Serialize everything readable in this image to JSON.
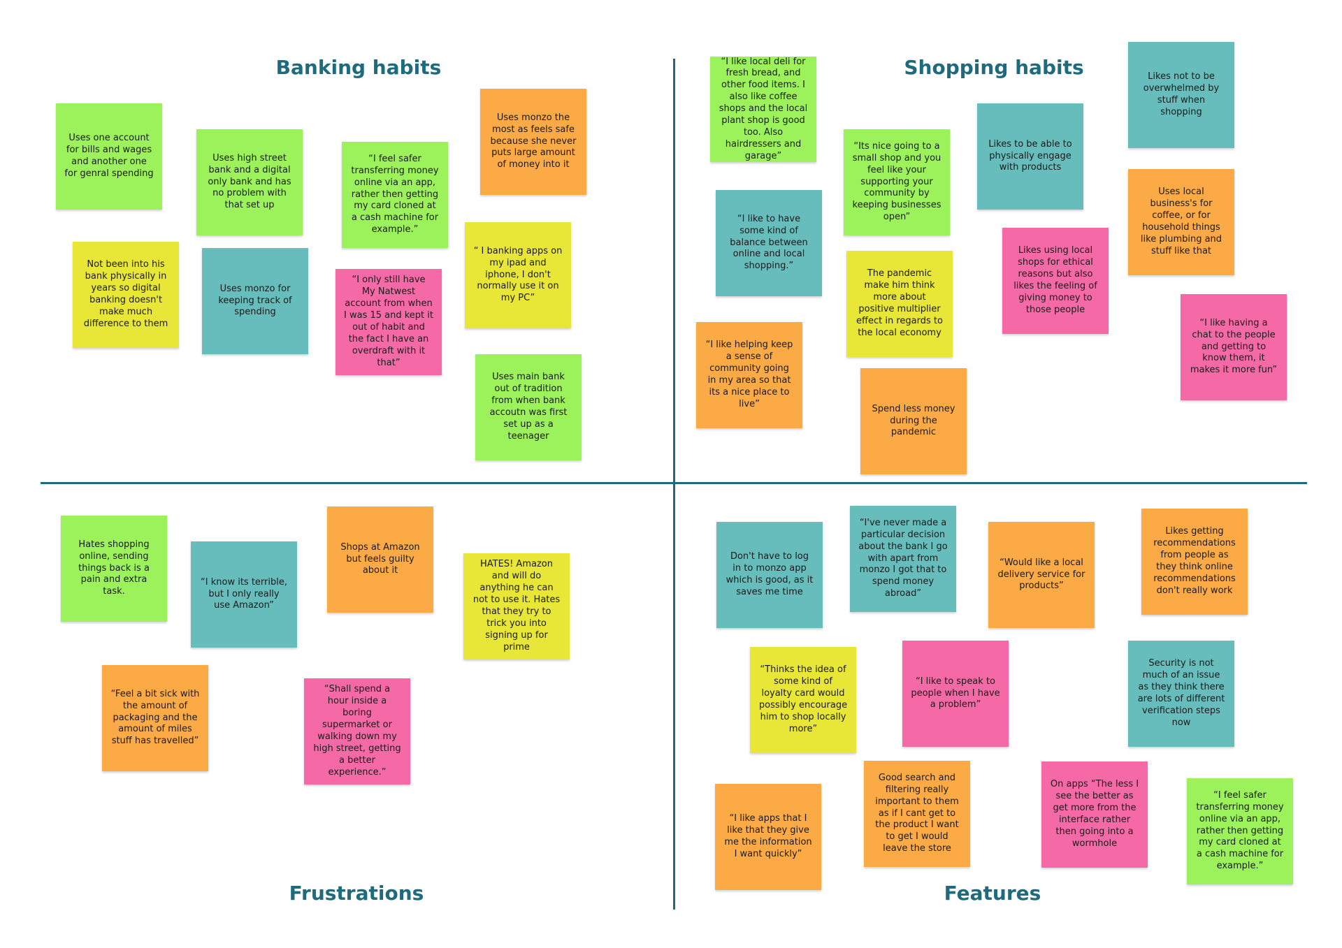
{
  "quadrants": {
    "banking_habits": {
      "title": "Banking habits",
      "notes": [
        "Uses one account for bills and wages and another one for genral spending",
        "Uses high street bank and a digital only bank and has no problem with that set up",
        "“I feel safer transferring money online via an app, rather then getting my card cloned at a cash machine for example.”",
        "Uses monzo the most as feels safe because she never puts large amount of money into it",
        "Not been into his bank physically in years so digital banking doesn't make much difference to them",
        "Uses monzo for keeping track of spending",
        "“I only still have My Natwest account from when I was 15 and kept it out of habit and the fact I have an overdraft with it that”",
        "“ I banking apps on my ipad and iphone, I don't normally use it on my PC”",
        "Uses main bank out of tradition from when bank accoutn was first set up as a teenager"
      ]
    },
    "shopping_habits": {
      "title": "Shopping habits",
      "notes": [
        "“I like local deli for fresh bread, and other food items. I also like coffee shops and the local plant shop is good too. Also hairdressers and garage”",
        "“Its nice going to a small shop and you feel like your supporting your community by keeping businesses open”",
        "Likes to be able to physically engage with products",
        "Likes not to be overwhelmed by stuff when shopping",
        "“I like to have some kind of balance between online and local shopping.”",
        "The pandemic make him think more about positive multiplier effect in regards to the local economy",
        "Likes using local shops for ethical reasons but also likes the feeling of giving money to those people",
        "Uses local business's for coffee, or for household things like plumbing and stuff like that",
        "“I like helping keep a sense of community going in my area so that its a nice place to live”",
        "Spend less money during the pandemic",
        "“I like having a chat to the people and getting to know them, it makes it more fun”"
      ]
    },
    "frustrations": {
      "title": "Frustrations",
      "notes": [
        "Hates shopping online, sending things back is a pain and extra task.",
        "“I know its terrible, but I only really use Amazon”",
        "Shops at Amazon but feels guilty about it",
        "HATES! Amazon and will do anything he can not to use it. Hates that they try to trick you into signing up for prime",
        "“Feel a bit sick with the amount of packaging and the amount of miles stuff has travelled”",
        "“Shall spend a hour inside a boring supermarket or walking down my high street, getting a better experience.”"
      ]
    },
    "features": {
      "title": "Features",
      "notes": [
        "Don't have to log in to monzo app which is good, as it saves me time",
        "“I've never made a particular decision about the bank I go with apart from monzo I got that to spend money abroad”",
        "“Would like a local delivery service for products”",
        "Likes getting recommendations from people as they think online recommendations don't really work",
        "“Thinks the idea of some kind of loyalty card would possibly encourage him to shop locally more”",
        "“I like to speak to people when I have a problem”",
        "Security is not much of an issue as they think there are lots of different verification steps now",
        "“I like apps that I like that they give me the information I want quickly”",
        "Good search and filtering really important to them as if I cant get to the product I want to get I would leave the store",
        "On apps “The less I see the better as get more from the interface rather then going into a wormhole",
        "“I feel safer transferring money online via an app, rather then getting my card cloned at a cash machine for example.”"
      ]
    }
  },
  "colors": {
    "title": "#1f6b7e",
    "divider": "#1f6b7e",
    "green": "#9cf25a",
    "teal": "#67bcbc",
    "orange": "#fbaa45",
    "yellow": "#e8e636",
    "pink": "#f56aa6"
  }
}
